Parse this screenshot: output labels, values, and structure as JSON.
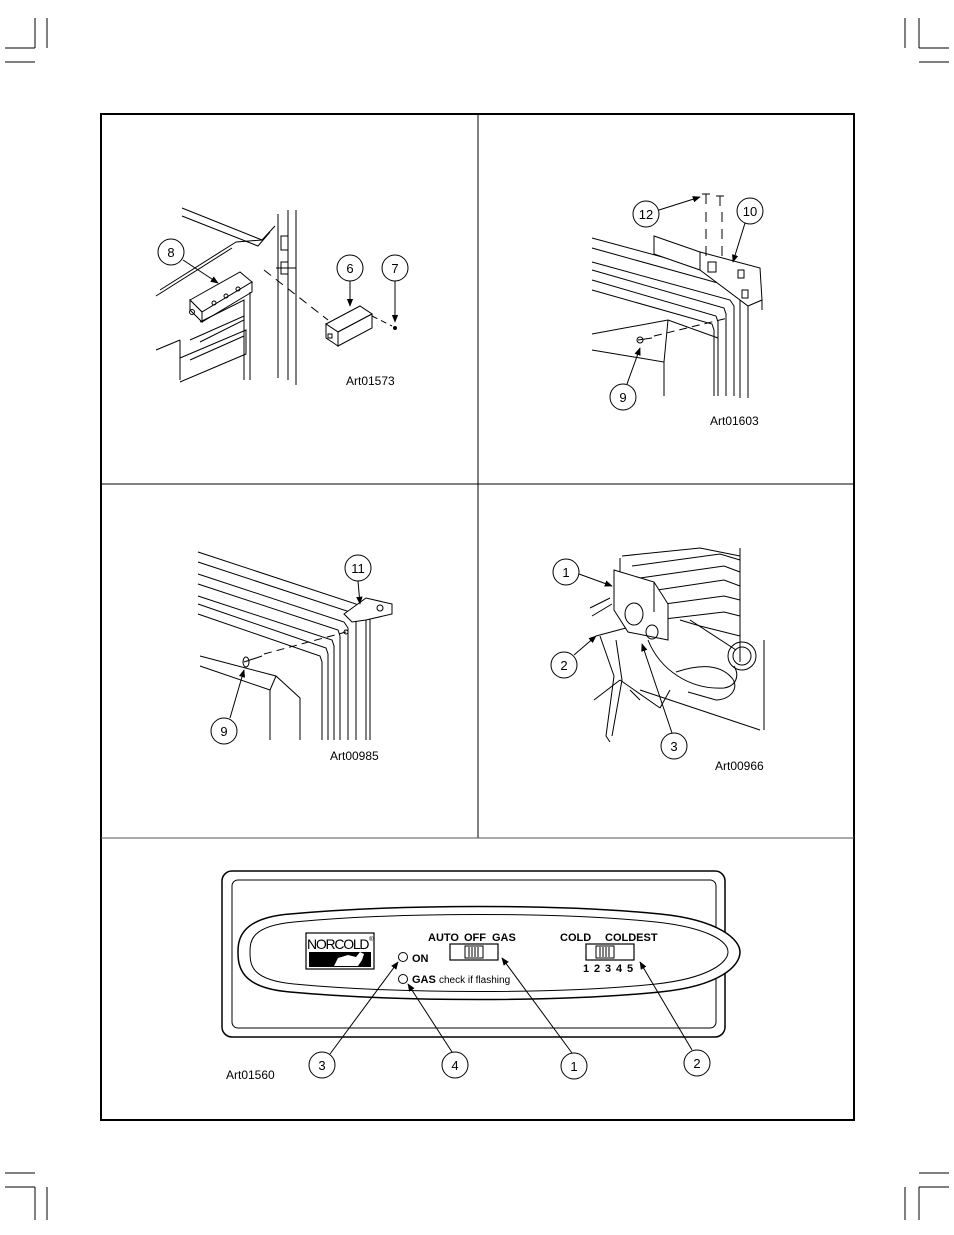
{
  "panels": [
    {
      "id": "top-left",
      "art_code": "Art01573",
      "callouts": [
        "8",
        "6",
        "7"
      ]
    },
    {
      "id": "top-right",
      "art_code": "Art01603",
      "callouts": [
        "12",
        "10",
        "9"
      ]
    },
    {
      "id": "mid-left",
      "art_code": "Art00985",
      "callouts": [
        "11",
        "9"
      ]
    },
    {
      "id": "mid-right",
      "art_code": "Art00966",
      "callouts": [
        "1",
        "2",
        "3"
      ]
    },
    {
      "id": "bottom",
      "art_code": "Art01560",
      "callouts": [
        "3",
        "4",
        "1",
        "2"
      ]
    }
  ],
  "control_panel": {
    "brand": "NORCOLD",
    "brand_mark": "®",
    "mode_labels": [
      "AUTO",
      "OFF",
      "GAS"
    ],
    "temp_cold": "COLD",
    "temp_coldest": "COLDEST",
    "temp_scale": [
      "1",
      "2",
      "3",
      "4",
      "5"
    ],
    "on_label": "ON",
    "gas_label": "GAS",
    "gas_note": "check if flashing"
  }
}
